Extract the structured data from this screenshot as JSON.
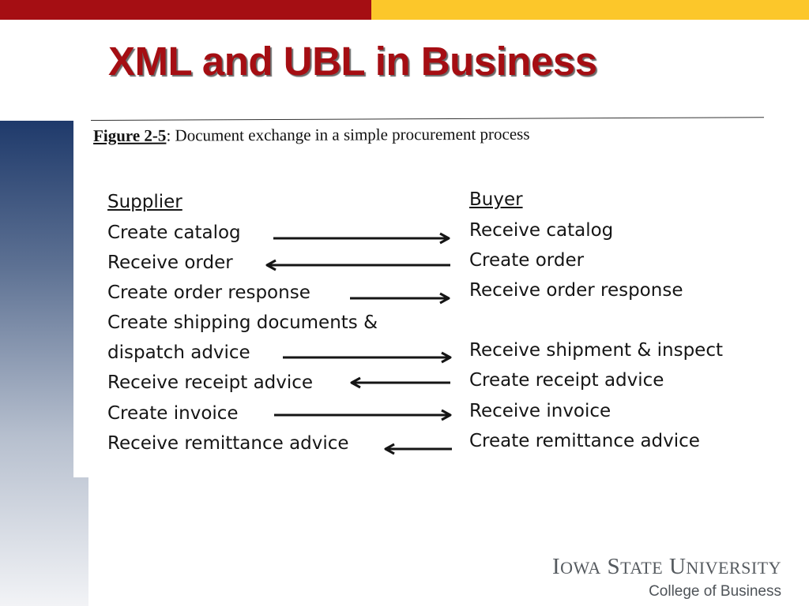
{
  "slide": {
    "title": "XML and UBL in Business",
    "colors": {
      "red": "#a50e13",
      "gold": "#fcc72a",
      "navy": "#1f3a6b"
    }
  },
  "figure": {
    "caption_label": "Figure 2-5",
    "caption_text": ": Document exchange in a simple procurement process",
    "supplier_header": "Supplier",
    "buyer_header": "Buyer",
    "supplier_items": [
      "Create catalog",
      "Receive order",
      "Create order response",
      "Create shipping documents &",
      "dispatch advice",
      "Receive receipt advice",
      "Create invoice",
      "Receive remittance advice"
    ],
    "buyer_items": [
      "Receive catalog",
      "Create order",
      "Receive order response",
      "Receive shipment & inspect",
      "Create receipt advice",
      "Receive invoice",
      "Create remittance advice"
    ],
    "arrows": [
      "right",
      "left",
      "right",
      "right",
      "left",
      "right",
      "left"
    ]
  },
  "footer": {
    "university": "Iowa State University",
    "college": "College of Business"
  }
}
